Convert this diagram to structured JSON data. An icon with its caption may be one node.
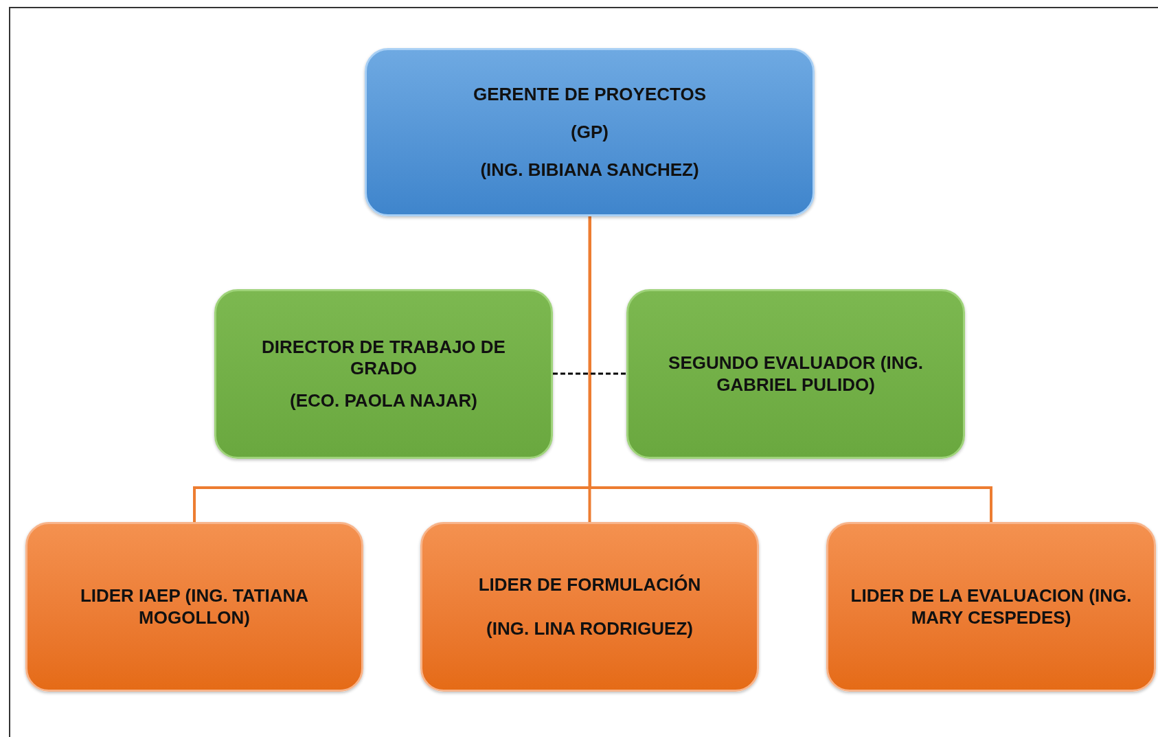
{
  "diagram": {
    "nodes": [
      {
        "text": [
          "GERENTE DE PROYECTOS",
          "(GP)",
          "(ING. BIBIANA SANCHEZ)"
        ]
      },
      {
        "text": [
          "DIRECTOR DE TRABAJO DE GRADO",
          "(ECO. PAOLA NAJAR)"
        ]
      },
      {
        "text": [
          "SEGUNDO EVALUADOR (ING. GABRIEL PULIDO)"
        ]
      },
      {
        "text": [
          "LIDER IAEP (ING. TATIANA MOGOLLON)"
        ]
      },
      {
        "text": [
          "LIDER DE FORMULACIÓN",
          "(ING. LINA RODRIGUEZ)"
        ]
      },
      {
        "text": [
          "LIDER DE LA EVALUACION (ING. MARY CESPEDES)"
        ]
      }
    ],
    "edges": [
      {
        "from": 0,
        "to": 3,
        "arrow": "none"
      },
      {
        "from": 0,
        "to": 4,
        "arrow": "none"
      },
      {
        "from": 0,
        "to": 5,
        "arrow": "none"
      },
      {
        "from": 1,
        "to": 2,
        "arrow": "none",
        "style": "dashed",
        "color": "#000000"
      }
    ]
  }
}
